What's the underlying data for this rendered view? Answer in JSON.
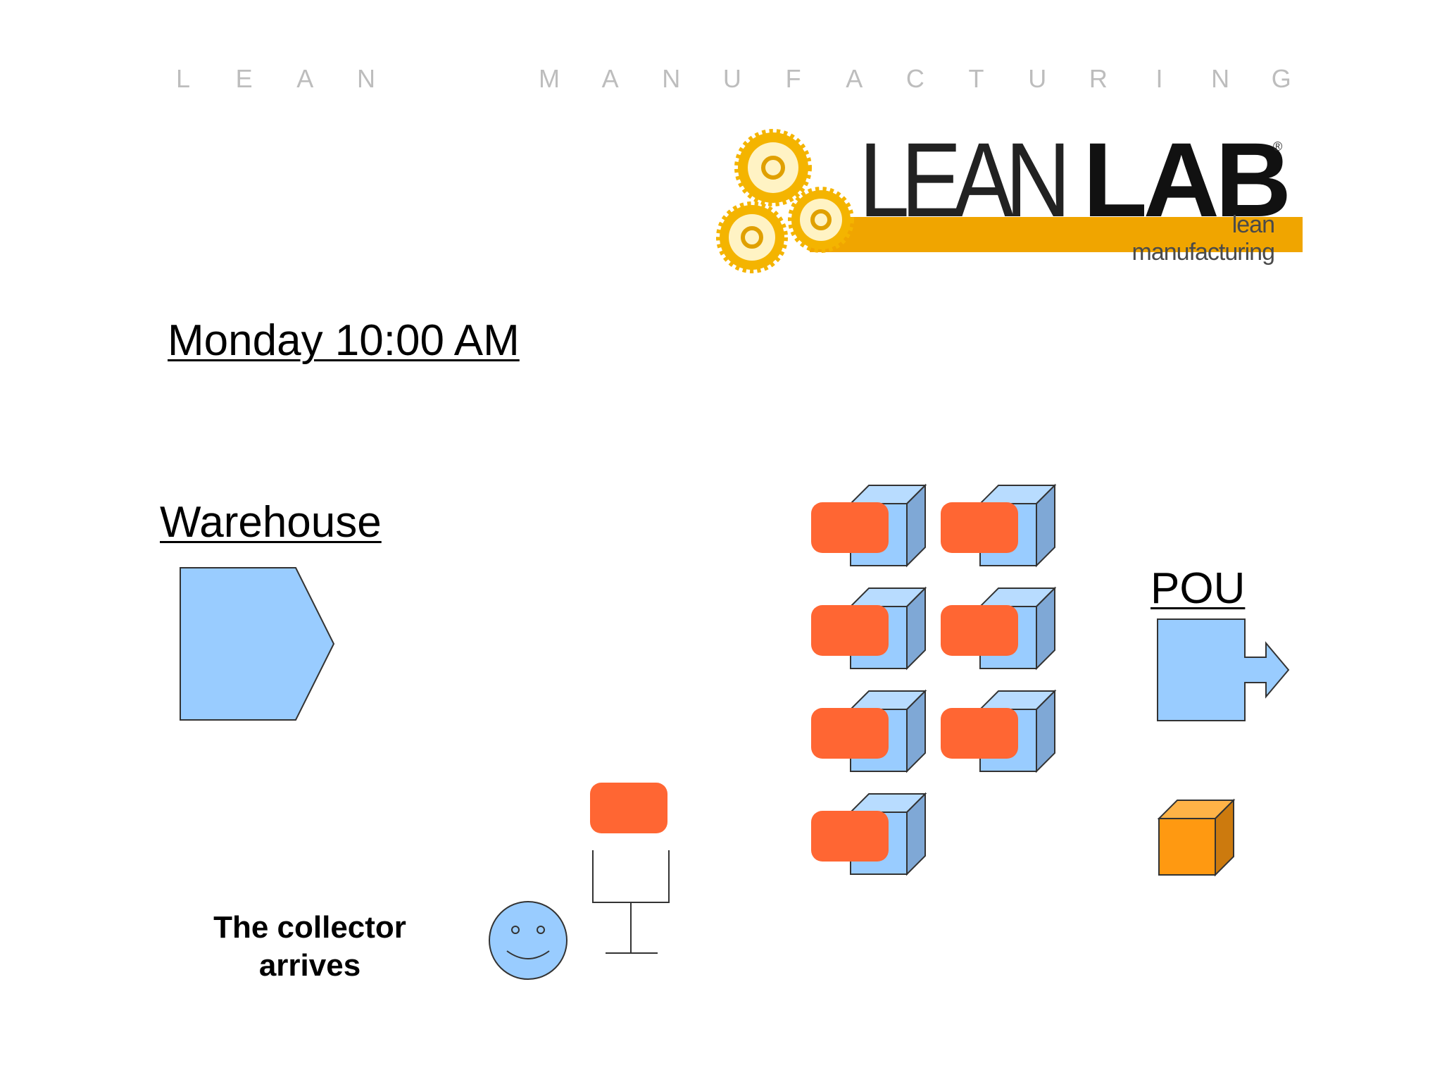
{
  "header": {
    "letters": [
      "L",
      "E",
      "A",
      "N",
      "",
      "",
      "M",
      "A",
      "N",
      "U",
      "F",
      "A",
      "C",
      "T",
      "U",
      "R",
      "I",
      "N",
      "G"
    ]
  },
  "logo": {
    "word_light": "LEAN",
    "word_bold": "LAB",
    "registered": "®",
    "tagline": "lean manufacturing"
  },
  "labels": {
    "time": "Monday 10:00 AM",
    "warehouse": "Warehouse",
    "pou": "POU",
    "caption": "The collector arrives"
  },
  "colors": {
    "box_face": "#99ccff",
    "box_side": "#7fa8d6",
    "kanban_card": "#ff6633",
    "orange_box": "#ff9911",
    "logo_band": "#f0a500",
    "gear": "#f4b400"
  },
  "inventory": {
    "rack_boxes_with_cards": 7,
    "collector_cards": 1,
    "pou_boxes": 1
  }
}
